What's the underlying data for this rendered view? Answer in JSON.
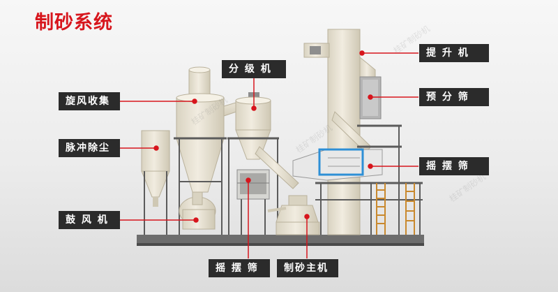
{
  "title": "制砂系统",
  "labels": {
    "hoist": "提 升 机",
    "pre_screen": "预 分 筛",
    "vibrating_screen_right": "摇 摆 筛",
    "classifier": "分 级 机",
    "cyclone_collector": "旋风收集",
    "pulse_dust": "脉冲除尘",
    "blower": "鼓 风 机",
    "vibrating_screen_bottom": "摇 摆 筛",
    "main_machine": "制砂主机"
  },
  "watermark": "桂矿制砂机",
  "colors": {
    "title": "#d7151c",
    "label_bg": "#2b2b2b",
    "leader_line": "#d7151c",
    "equipment": "#ece7d8",
    "frame": "#5b5b5b",
    "screen_blue": "#2e8fd6",
    "ladder": "#c9892e"
  }
}
